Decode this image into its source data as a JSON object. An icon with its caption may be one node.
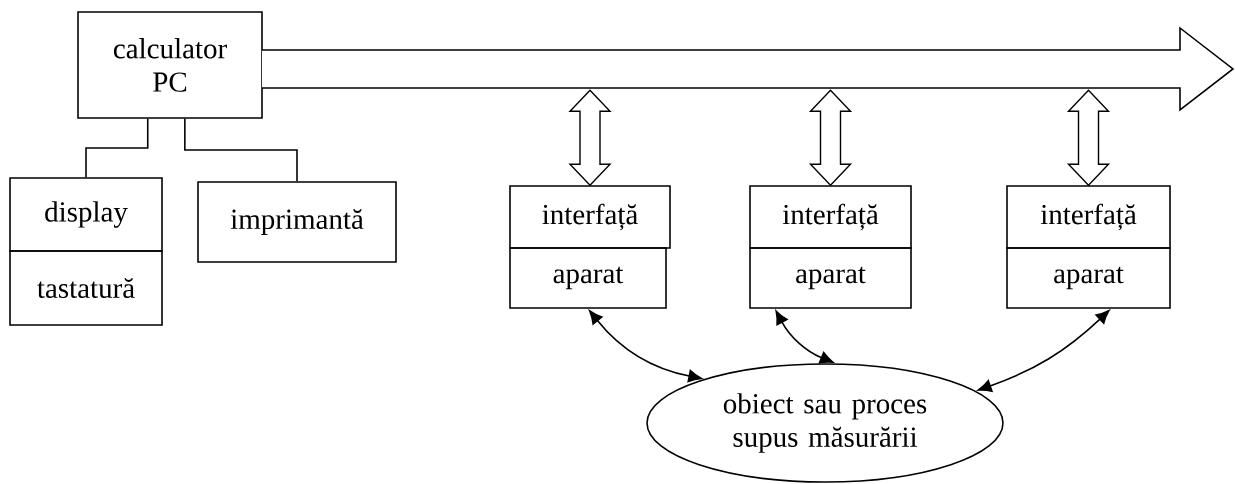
{
  "diagram": {
    "nodes": [
      {
        "text": [
          "calculator PC"
        ]
      },
      {
        "text": [
          "display"
        ]
      },
      {
        "text": [
          "tastatură"
        ]
      },
      {
        "text": [
          "imprimantă"
        ]
      },
      {
        "text": [],
        "shape": "arrow"
      },
      {
        "text": [
          "interfață"
        ]
      },
      {
        "text": [
          "aparat"
        ]
      },
      {
        "text": [
          "interfață"
        ]
      },
      {
        "text": [
          "aparat"
        ]
      },
      {
        "text": [
          "interfață"
        ]
      },
      {
        "text": [
          "aparat"
        ]
      },
      {
        "text": [
          "obiect sau proces supus măsurării"
        ]
      }
    ],
    "edges": [
      {
        "from": 0,
        "to": 1,
        "arrow": "none"
      },
      {
        "from": 0,
        "to": 3,
        "arrow": "none"
      },
      {
        "from": 4,
        "to": 5,
        "arrow": "both",
        "style": "thick"
      },
      {
        "from": 4,
        "to": 7,
        "arrow": "both",
        "style": "thick"
      },
      {
        "from": 4,
        "to": 9,
        "arrow": "both",
        "style": "thick"
      },
      {
        "from": 6,
        "to": 11,
        "arrow": "both"
      },
      {
        "from": 8,
        "to": 11,
        "arrow": "both"
      },
      {
        "from": 10,
        "to": 11,
        "arrow": "both"
      }
    ]
  }
}
